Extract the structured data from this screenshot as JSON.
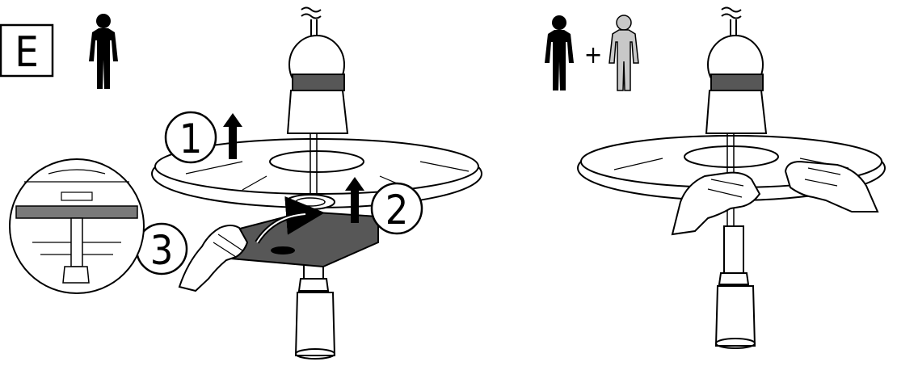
{
  "step_label": "E",
  "plus_sign": "+",
  "callouts": [
    "1",
    "2",
    "3"
  ],
  "icons": {
    "single_person": "person-black-icon",
    "helper_person": "person-grey-icon"
  },
  "colors": {
    "line": "#000000",
    "dark_fill": "#575757",
    "band_fill": "#7a7a7a",
    "helper_fill": "#c8c8c8",
    "panel_fill": "#ffffff"
  }
}
